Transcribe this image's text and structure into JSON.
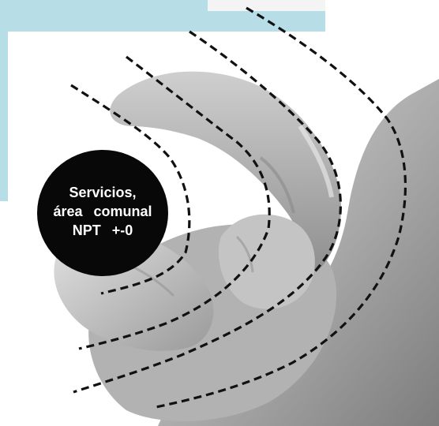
{
  "label": {
    "line1": "Servicios,",
    "line2": "área  comunal",
    "line3": "NPT  +-0"
  },
  "colors": {
    "band": "#b7dde6",
    "disc": "#080808",
    "label_text": "#ffffff",
    "dashes": "#111111"
  },
  "icons": {
    "hand": "hand-photo",
    "contour_lines": "dashed-contour-lines"
  }
}
